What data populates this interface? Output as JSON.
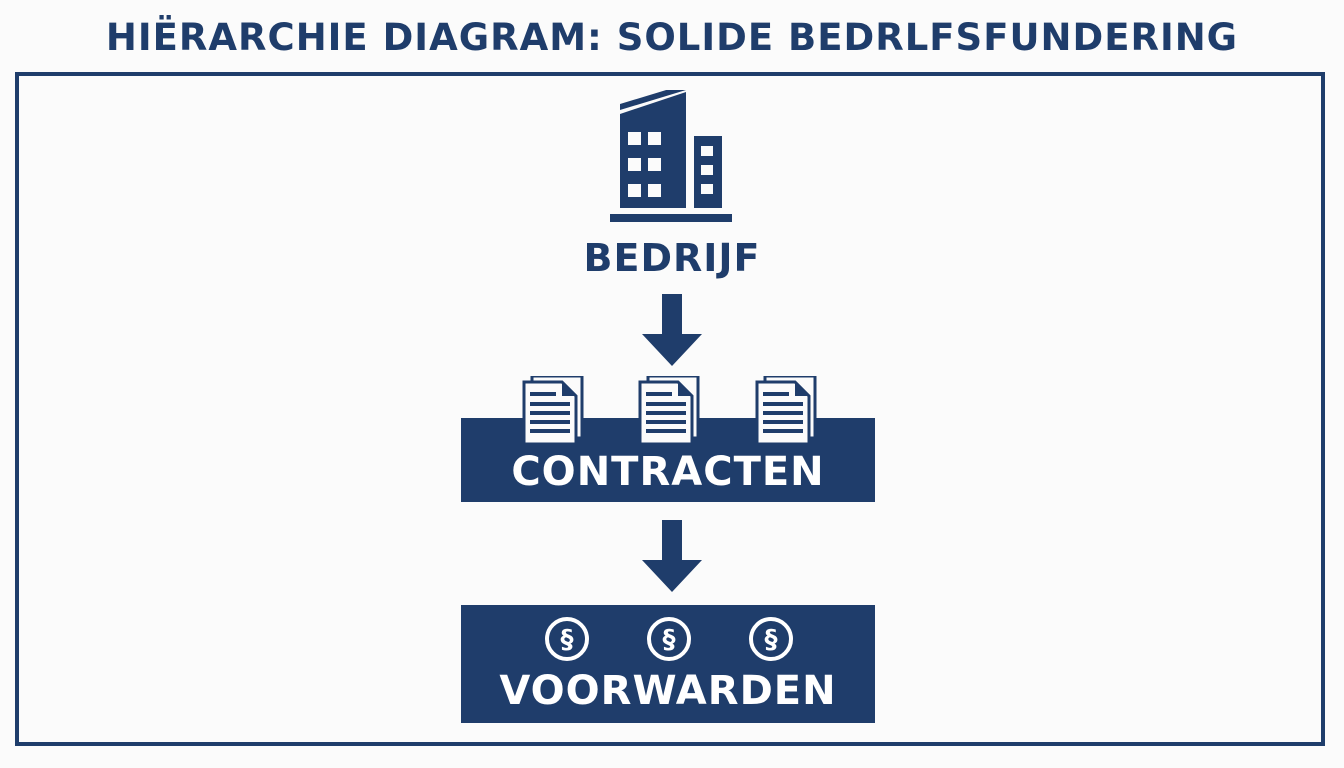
{
  "title": "HIËRARCHIE DIAGRAM: SOLIDE BEDRLFSFUNDERING",
  "nodes": [
    {
      "label": "BEDRIJF",
      "icon": "building-icon"
    },
    {
      "label": "CONTRACTEN",
      "icon": "document-icon",
      "icon_count": 3
    },
    {
      "label": "VOORWARDEN",
      "icon": "paragraph-icon",
      "icon_count": 3
    }
  ],
  "symbols": {
    "paragraph": "§"
  },
  "colors": {
    "primary": "#1f3d6b",
    "background": "#fbfbfb",
    "band_text": "#ffffff"
  }
}
